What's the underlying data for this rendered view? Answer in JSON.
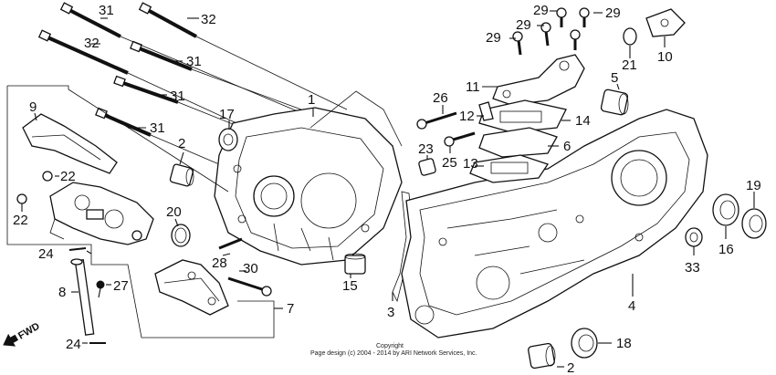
{
  "parts": [
    {
      "id": "p31a",
      "label": "31"
    },
    {
      "id": "p32a",
      "label": "32"
    },
    {
      "id": "p32b",
      "label": "32"
    },
    {
      "id": "p31b",
      "label": "31"
    },
    {
      "id": "p31c",
      "label": "31"
    },
    {
      "id": "p31d",
      "label": "31"
    },
    {
      "id": "p1",
      "label": "1"
    },
    {
      "id": "p17",
      "label": "17"
    },
    {
      "id": "p9",
      "label": "9"
    },
    {
      "id": "p2a",
      "label": "2"
    },
    {
      "id": "p22a",
      "label": "22"
    },
    {
      "id": "p22b",
      "label": "22"
    },
    {
      "id": "p20",
      "label": "20"
    },
    {
      "id": "p24a",
      "label": "24"
    },
    {
      "id": "p8",
      "label": "8"
    },
    {
      "id": "p27",
      "label": "27"
    },
    {
      "id": "p24b",
      "label": "24"
    },
    {
      "id": "p28",
      "label": "28"
    },
    {
      "id": "p30",
      "label": "30"
    },
    {
      "id": "p7",
      "label": "7"
    },
    {
      "id": "p15",
      "label": "15"
    },
    {
      "id": "p3",
      "label": "3"
    },
    {
      "id": "p26",
      "label": "26"
    },
    {
      "id": "p23",
      "label": "23"
    },
    {
      "id": "p25",
      "label": "25"
    },
    {
      "id": "p12",
      "label": "12"
    },
    {
      "id": "p11",
      "label": "11"
    },
    {
      "id": "p14",
      "label": "14"
    },
    {
      "id": "p6",
      "label": "6"
    },
    {
      "id": "p13",
      "label": "13"
    },
    {
      "id": "p29a",
      "label": "29"
    },
    {
      "id": "p29b",
      "label": "29"
    },
    {
      "id": "p29c",
      "label": "29"
    },
    {
      "id": "p29d",
      "label": "29"
    },
    {
      "id": "p21",
      "label": "21"
    },
    {
      "id": "p10",
      "label": "10"
    },
    {
      "id": "p5",
      "label": "5"
    },
    {
      "id": "p19",
      "label": "19"
    },
    {
      "id": "p16",
      "label": "16"
    },
    {
      "id": "p33",
      "label": "33"
    },
    {
      "id": "p4",
      "label": "4"
    },
    {
      "id": "p18",
      "label": "18"
    },
    {
      "id": "p2b",
      "label": "2"
    }
  ],
  "fwd_label": "FWD",
  "copyright": {
    "line1": "Copyright",
    "line2": "Page design (c) 2004 - 2014 by ARI Network Services, Inc."
  }
}
